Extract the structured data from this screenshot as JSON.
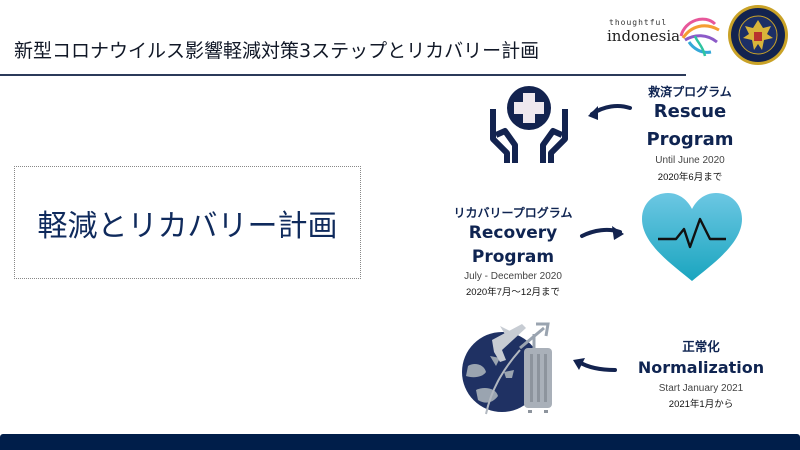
{
  "header": {
    "title": "新型コロナウイルス影響軽減対策3ステップとリカバリー計画",
    "logo_thoughtful": "thoughtful",
    "logo_indonesia": "indonesia"
  },
  "center_box": {
    "text": "軽減とリカバリー計画"
  },
  "steps": [
    {
      "jp_label": "救済プログラム",
      "en_line1": "Rescue",
      "en_line2": "Program",
      "period_en": "Until June 2020",
      "period_jp": "2020年6月まで",
      "icon": "hands-medical-cross-icon",
      "arrow_direction": "left"
    },
    {
      "jp_label": "リカバリープログラム",
      "en_line1": "Recovery",
      "en_line2": "Program",
      "period_en": "July - December 2020",
      "period_jp": "2020年7月～12月まで",
      "icon": "heart-pulse-icon",
      "arrow_direction": "right"
    },
    {
      "jp_label": "正常化",
      "en_line1": "Normalization",
      "period_en": "Start January 2021",
      "period_jp": "2021年1月から",
      "icon": "globe-travel-icon",
      "arrow_direction": "left"
    }
  ],
  "colors": {
    "navy": "#0f2451",
    "footer": "#001e4a",
    "heart_top": "#6cc7e3",
    "heart_bottom": "#1aa5bf",
    "cross_fill": "#efe8ee"
  }
}
